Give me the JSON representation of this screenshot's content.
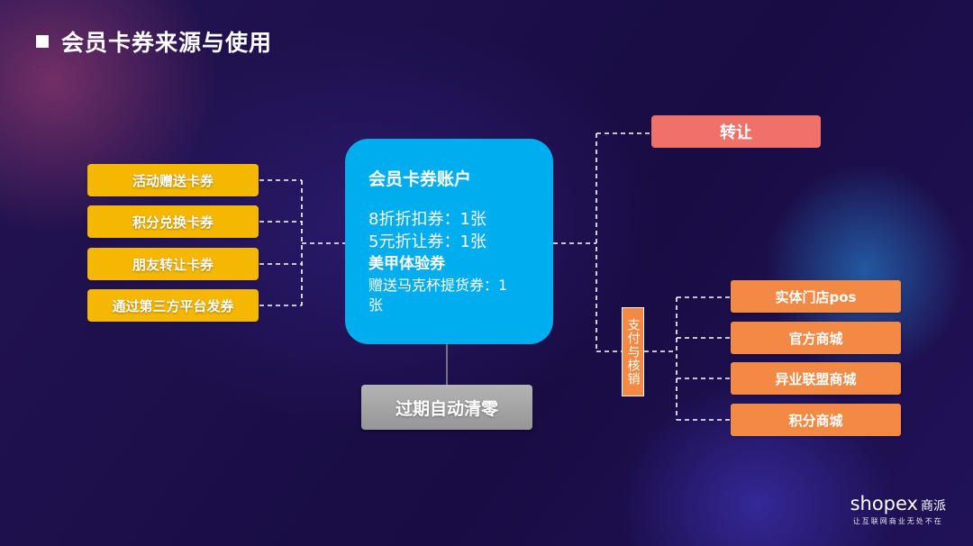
{
  "title": "会员卡券来源与使用",
  "sources": [
    "活动赠送卡券",
    "积分兑换卡券",
    "朋友转让卡券",
    "通过第三方平台发券"
  ],
  "account": {
    "title": "会员卡券账户",
    "line1": "8折折扣券：1张",
    "line2": "5元折让券：1张",
    "line3": "美甲体验券",
    "line4a": "赠送马克杯提货券：1",
    "line4b": "张"
  },
  "expire": "过期自动清零",
  "transfer": "转让",
  "pay": "支付与核销",
  "channels": [
    "实体门店pos",
    "官方商城",
    "异业联盟商城",
    "积分商城"
  ],
  "logo": {
    "word": "shopex",
    "cn": "商派",
    "slogan": "让互联网商业无处不在"
  },
  "colors": {
    "source": "#f5b700",
    "account": "#00adee",
    "transfer": "#f0706a",
    "channel": "#f28a45",
    "expire": "#a6a6a6"
  }
}
